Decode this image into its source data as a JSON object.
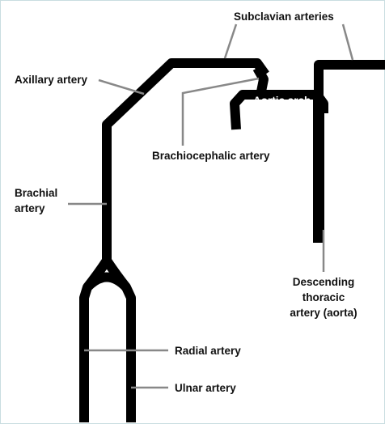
{
  "labels": {
    "subclavian": "Subclavian arteries",
    "axillary": "Axillary artery",
    "aortic_arch": "Aortic arch",
    "brachiocephalic": "Brachiocephalic artery",
    "brachial_line1": "Brachial",
    "brachial_line2": "artery",
    "descending_line1": "Descending",
    "descending_line2": "thoracic",
    "descending_line3": "artery (aorta)",
    "radial": "Radial artery",
    "ulnar": "Ulnar artery"
  },
  "colors": {
    "vessel": "#000000",
    "leader_line": "#888888",
    "frame_border": "#c9dde0",
    "arch_label": "#ffffff"
  }
}
